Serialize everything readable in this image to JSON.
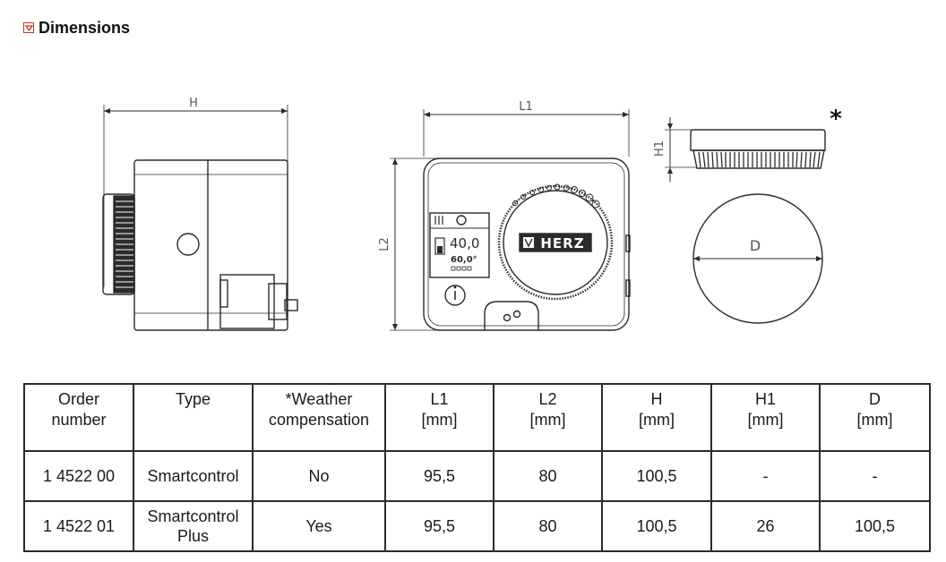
{
  "section": {
    "title": "Dimensions",
    "icon": "checkbox-icon"
  },
  "drawing": {
    "side_label": "H",
    "front_width_label": "L1",
    "front_height_label": "L2",
    "cap_height_label": "H1",
    "cap_diameter_label": "D",
    "asterisk": "*",
    "display_temp": "40,0",
    "display_setpoint": "60,0°",
    "logo_text": "HERZ"
  },
  "table": {
    "headers": [
      [
        "Order",
        "number"
      ],
      [
        "Type",
        ""
      ],
      [
        "*Weather",
        "compensation"
      ],
      [
        "L1",
        "[mm]"
      ],
      [
        "L2",
        "[mm]"
      ],
      [
        "H",
        "[mm]"
      ],
      [
        "H1",
        "[mm]"
      ],
      [
        "D",
        "[mm]"
      ]
    ],
    "rows": [
      {
        "order": "1 4522 00",
        "type": [
          "Smartcontrol",
          ""
        ],
        "weather": "No",
        "l1": "95,5",
        "l2": "80",
        "h": "100,5",
        "h1": "-",
        "d": "-"
      },
      {
        "order": "1 4522 01",
        "type": [
          "Smartcontrol",
          "Plus"
        ],
        "weather": "Yes",
        "l1": "95,5",
        "l2": "80",
        "h": "100,5",
        "h1": "26",
        "d": "100,5"
      }
    ]
  },
  "colors": {
    "icon_accent": "#c0392b",
    "line": "#2b2b2b"
  }
}
